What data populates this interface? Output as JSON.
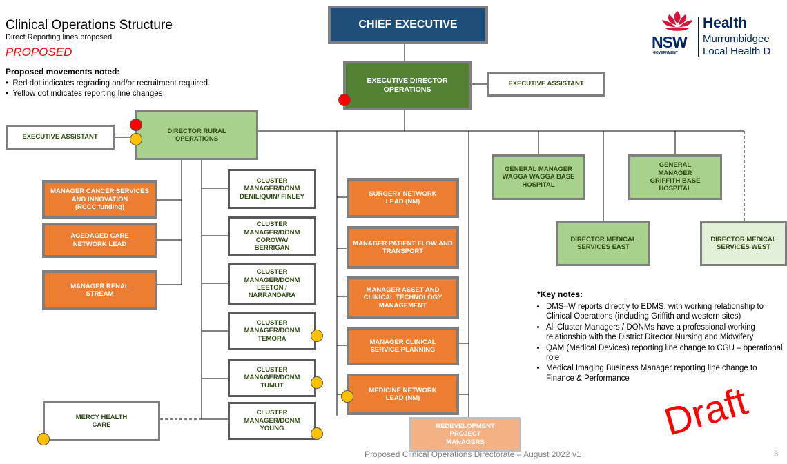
{
  "header": {
    "title": "Clinical Operations Structure",
    "subtitle": "Direct Reporting lines proposed",
    "status": "PROPOSED",
    "movements_title": "Proposed movements noted:",
    "movements": [
      "Red dot indicates regrading and/or recruitment required.",
      "Yellow dot indicates reporting line changes"
    ]
  },
  "logo": {
    "brand": "NSW",
    "government": "GOVERNMENT",
    "health": "Health",
    "district_line1": "Murrumbidgee",
    "district_line2": "Local Health D"
  },
  "boxes": {
    "chief_executive": "CHIEF EXECUTIVE",
    "edo": "EXECUTIVE DIRECTOR OPERATIONS",
    "ea_top": "EXECUTIVE ASSISTANT",
    "ea_left": "EXECUTIVE ASSISTANT",
    "dro": "DIRECTOR RURAL OPERATIONS",
    "cancer": "MANAGER CANCER SERVICES AND INNOVATION",
    "cancer_note": "(RCCC funding)",
    "aged": "AGEDAGED CARE NETWORK LEAD",
    "renal": "MANAGER RENAL STREAM",
    "mercy": "MERCY HEALTH CARE",
    "c_deniliquin": "CLUSTER MANAGER/DONM DENILIQUIN/ FINLEY",
    "c_corowa": "CLUSTER MANAGER/DONM COROWA/ BERRIGAN",
    "c_leeton": "CLUSTER MANAGER/DONM LEETON / NARRANDARA",
    "c_temora": "CLUSTER MANAGER/DONM TEMORA",
    "c_tumut": "CLUSTER MANAGER/DONM TUMUT",
    "c_young": "CLUSTER MANAGER/DONM YOUNG",
    "surgery": "SURGERY NETWORK LEAD (NM)",
    "patient_flow": "MANAGER PATIENT FLOW AND TRANSPORT",
    "asset": "MANAGER ASSET AND CLINICAL TECHNOLOGY MANAGEMENT",
    "service_planning": "MANAGER CLINICAL SERVICE PLANNING",
    "medicine": "MEDICINE NETWORK LEAD (NM)",
    "redevelopment": "REDEVELOPMENT PROJECT MANAGERS",
    "gm_wagga": "GENERAL MANAGER WAGGA WAGGA BASE HOSPITAL",
    "gm_griffith": "GENERAL MANAGER GRIFFITH BASE HOSPITAL",
    "dms_east": "DIRECTOR MEDICAL SERVICES EAST",
    "dms_west": "DIRECTOR MEDICAL SERVICES WEST"
  },
  "key_notes": {
    "title": "*Key notes:",
    "items": [
      "DMS–W reports directly to EDMS, with working relationship to Clinical Operations (including Griffith and western sites)",
      "All Cluster Managers / DONMs have a professional working relationship with the District Director Nursing and Midwifery",
      "QAM (Medical Devices) reporting line change to CGU – operational role",
      "Medical Imaging Business Manager reporting line change to Finance & Performance"
    ]
  },
  "footer": {
    "text": "Proposed Clinical Operations Directorate – August 2022 v1",
    "page": "3"
  },
  "watermark": "Draft",
  "colors": {
    "navy": "#1f4e79",
    "dark_green": "#548235",
    "orange": "#ed7d31",
    "light_green": "#a9d18e",
    "red_dot": "#ff0000",
    "yellow_dot": "#ffc000",
    "nsw_red": "#d7153a",
    "nsw_navy": "#002664"
  }
}
